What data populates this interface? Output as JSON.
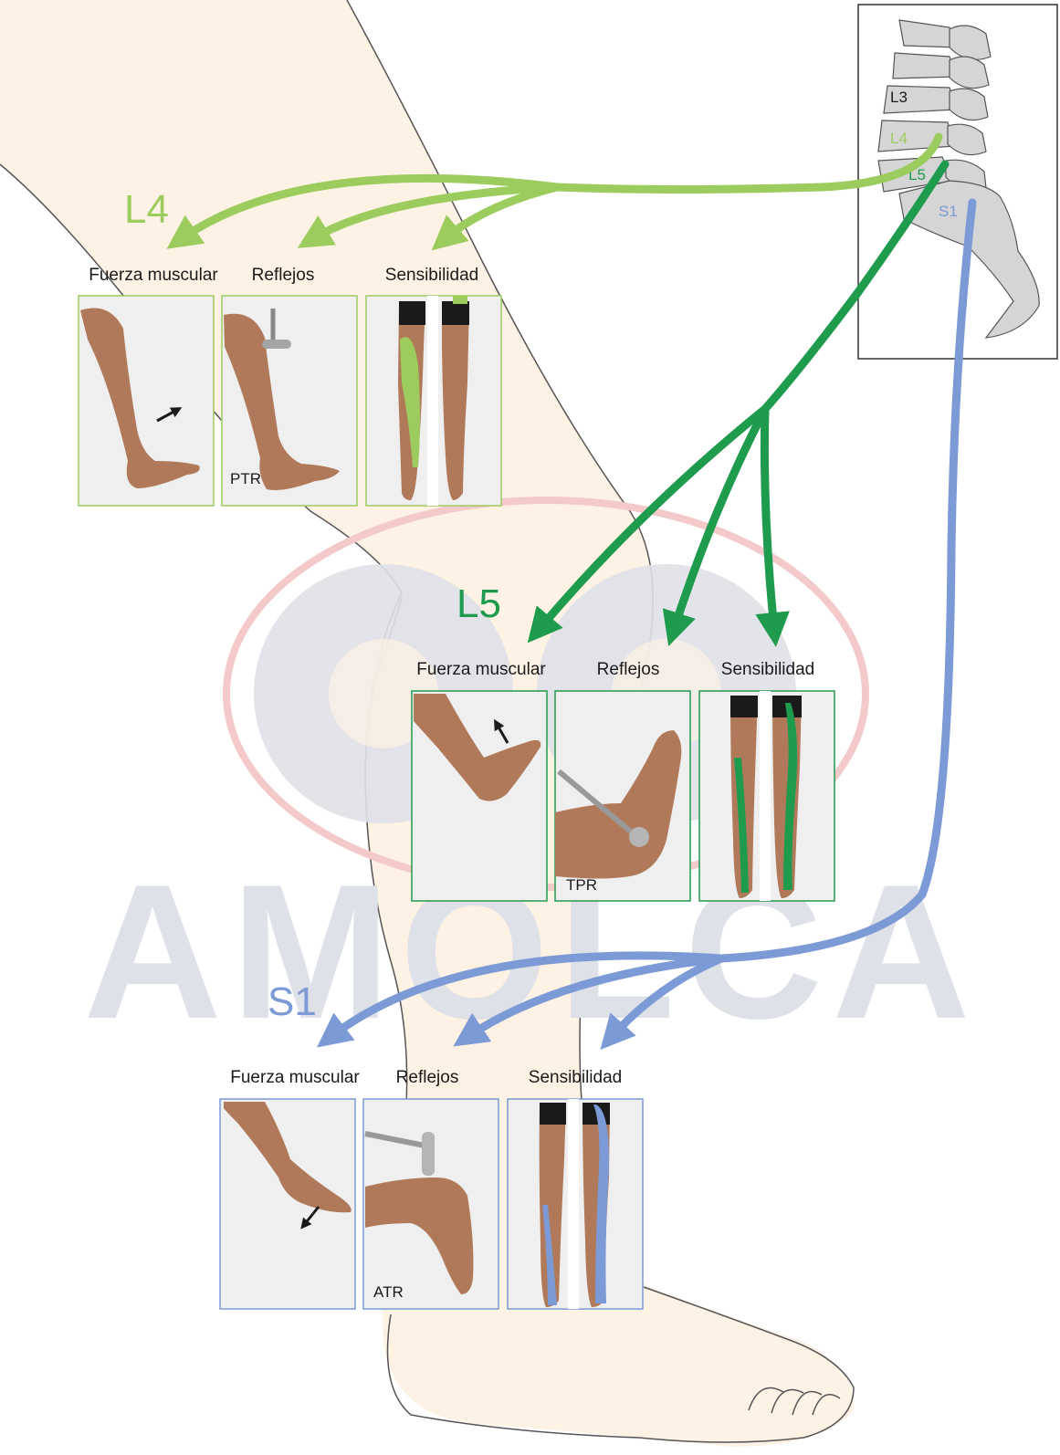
{
  "colors": {
    "l4": "#9ccc5e",
    "l5": "#1f9b4e",
    "s1": "#7b9ad6",
    "skin": "#fdf2e4",
    "panel": "#efefef",
    "watermark": "#dfe1e8",
    "watermark_ring": "#f4c9c9"
  },
  "spine": {
    "labels": {
      "l3": "L3",
      "l4": "L4",
      "l5": "L5",
      "s1": "S1"
    }
  },
  "levels": {
    "l4": {
      "title": "L4",
      "fuerza": "Fuerza muscular",
      "reflejos": "Reflejos",
      "sensibilidad": "Sensibilidad",
      "reflex_code": "PTR"
    },
    "l5": {
      "title": "L5",
      "fuerza": "Fuerza muscular",
      "reflejos": "Reflejos",
      "sensibilidad": "Sensibilidad",
      "reflex_code": "TPR"
    },
    "s1": {
      "title": "S1",
      "fuerza": "Fuerza muscular",
      "reflejos": "Reflejos",
      "sensibilidad": "Sensibilidad",
      "reflex_code": "ATR"
    }
  },
  "watermark": {
    "text": "AMOLCA"
  },
  "icons": {
    "arrow_l4": "arrow-up-right-icon",
    "arrow_l5": "arrow-up-left-icon",
    "arrow_s1": "arrow-down-left-icon",
    "hammer": "reflex-hammer-icon"
  }
}
